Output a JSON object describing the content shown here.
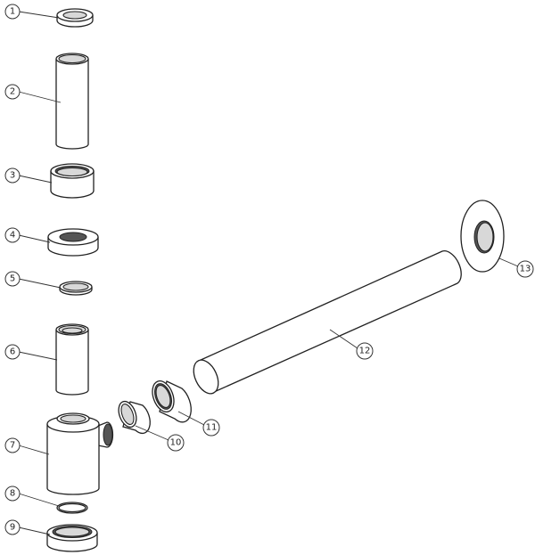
{
  "diagram": {
    "type": "exploded-parts-view",
    "callouts": [
      "1",
      "2",
      "3",
      "4",
      "5",
      "6",
      "7",
      "8",
      "9",
      "10",
      "11",
      "12",
      "13"
    ]
  }
}
